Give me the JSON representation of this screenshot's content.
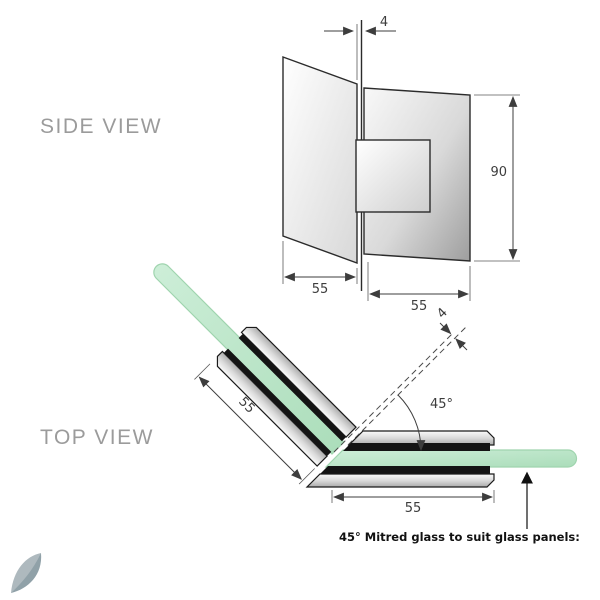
{
  "views": {
    "side": {
      "label": "SIDE VIEW",
      "dims": {
        "gap": "4",
        "height": "90",
        "glass_width": "55",
        "plate_width": "55"
      }
    },
    "top": {
      "label": "TOP VIEW",
      "dims": {
        "gap": "4",
        "angle": "45°",
        "left_leaf": "55",
        "right_leaf": "55"
      },
      "note": "45° Mitred glass to suit glass panels:"
    }
  },
  "colors": {
    "glass_green": "#bfe6ca",
    "glass_green_edge": "#9fd4ae",
    "gasket_black": "#141414",
    "drawing_line": "#2b2b2b",
    "dimension_line": "#3d3d3d",
    "view_label_gray": "#9b9b9b"
  },
  "icons": {
    "watermark": "brand-logo-watermark"
  }
}
